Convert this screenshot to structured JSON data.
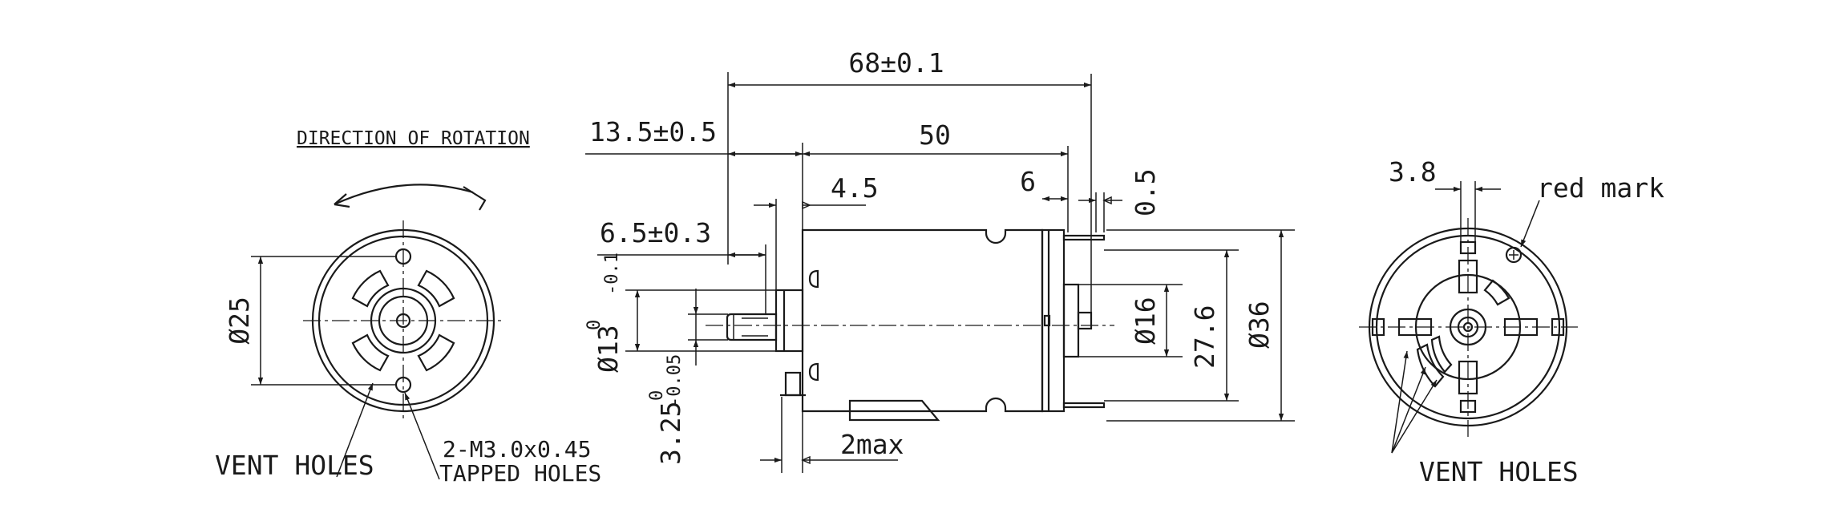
{
  "labels": {
    "overall_length": "68±0.1",
    "shaft_length": "13.5±0.5",
    "can_length": "50",
    "boss_length": "4.5",
    "rear_terminal": "6",
    "terminal_thickness": "0.5",
    "flat_length": "6.5±0.3",
    "boss_dia_main": "Ø13",
    "boss_dia_tol_upper": "0",
    "boss_dia_tol_lower": "-0.1",
    "shaft_dia_main": "3.25",
    "shaft_dia_tol_upper": "0",
    "shaft_dia_tol_lower": "-0.05",
    "two_max": "2max",
    "rear_boss_dia": "Ø16",
    "terminal_spacing": "27.6",
    "can_dia": "Ø36",
    "direction_title": "DIRECTION OF ROTATION",
    "mount_circle_dia": "Ø25",
    "vent_holes_front": "VENT HOLES",
    "tapped_line1": "2-M3.0x0.45",
    "tapped_line2": "TAPPED HOLES",
    "rear_offset": "3.8",
    "red_mark": "red mark",
    "vent_holes_rear": "VENT HOLES"
  }
}
